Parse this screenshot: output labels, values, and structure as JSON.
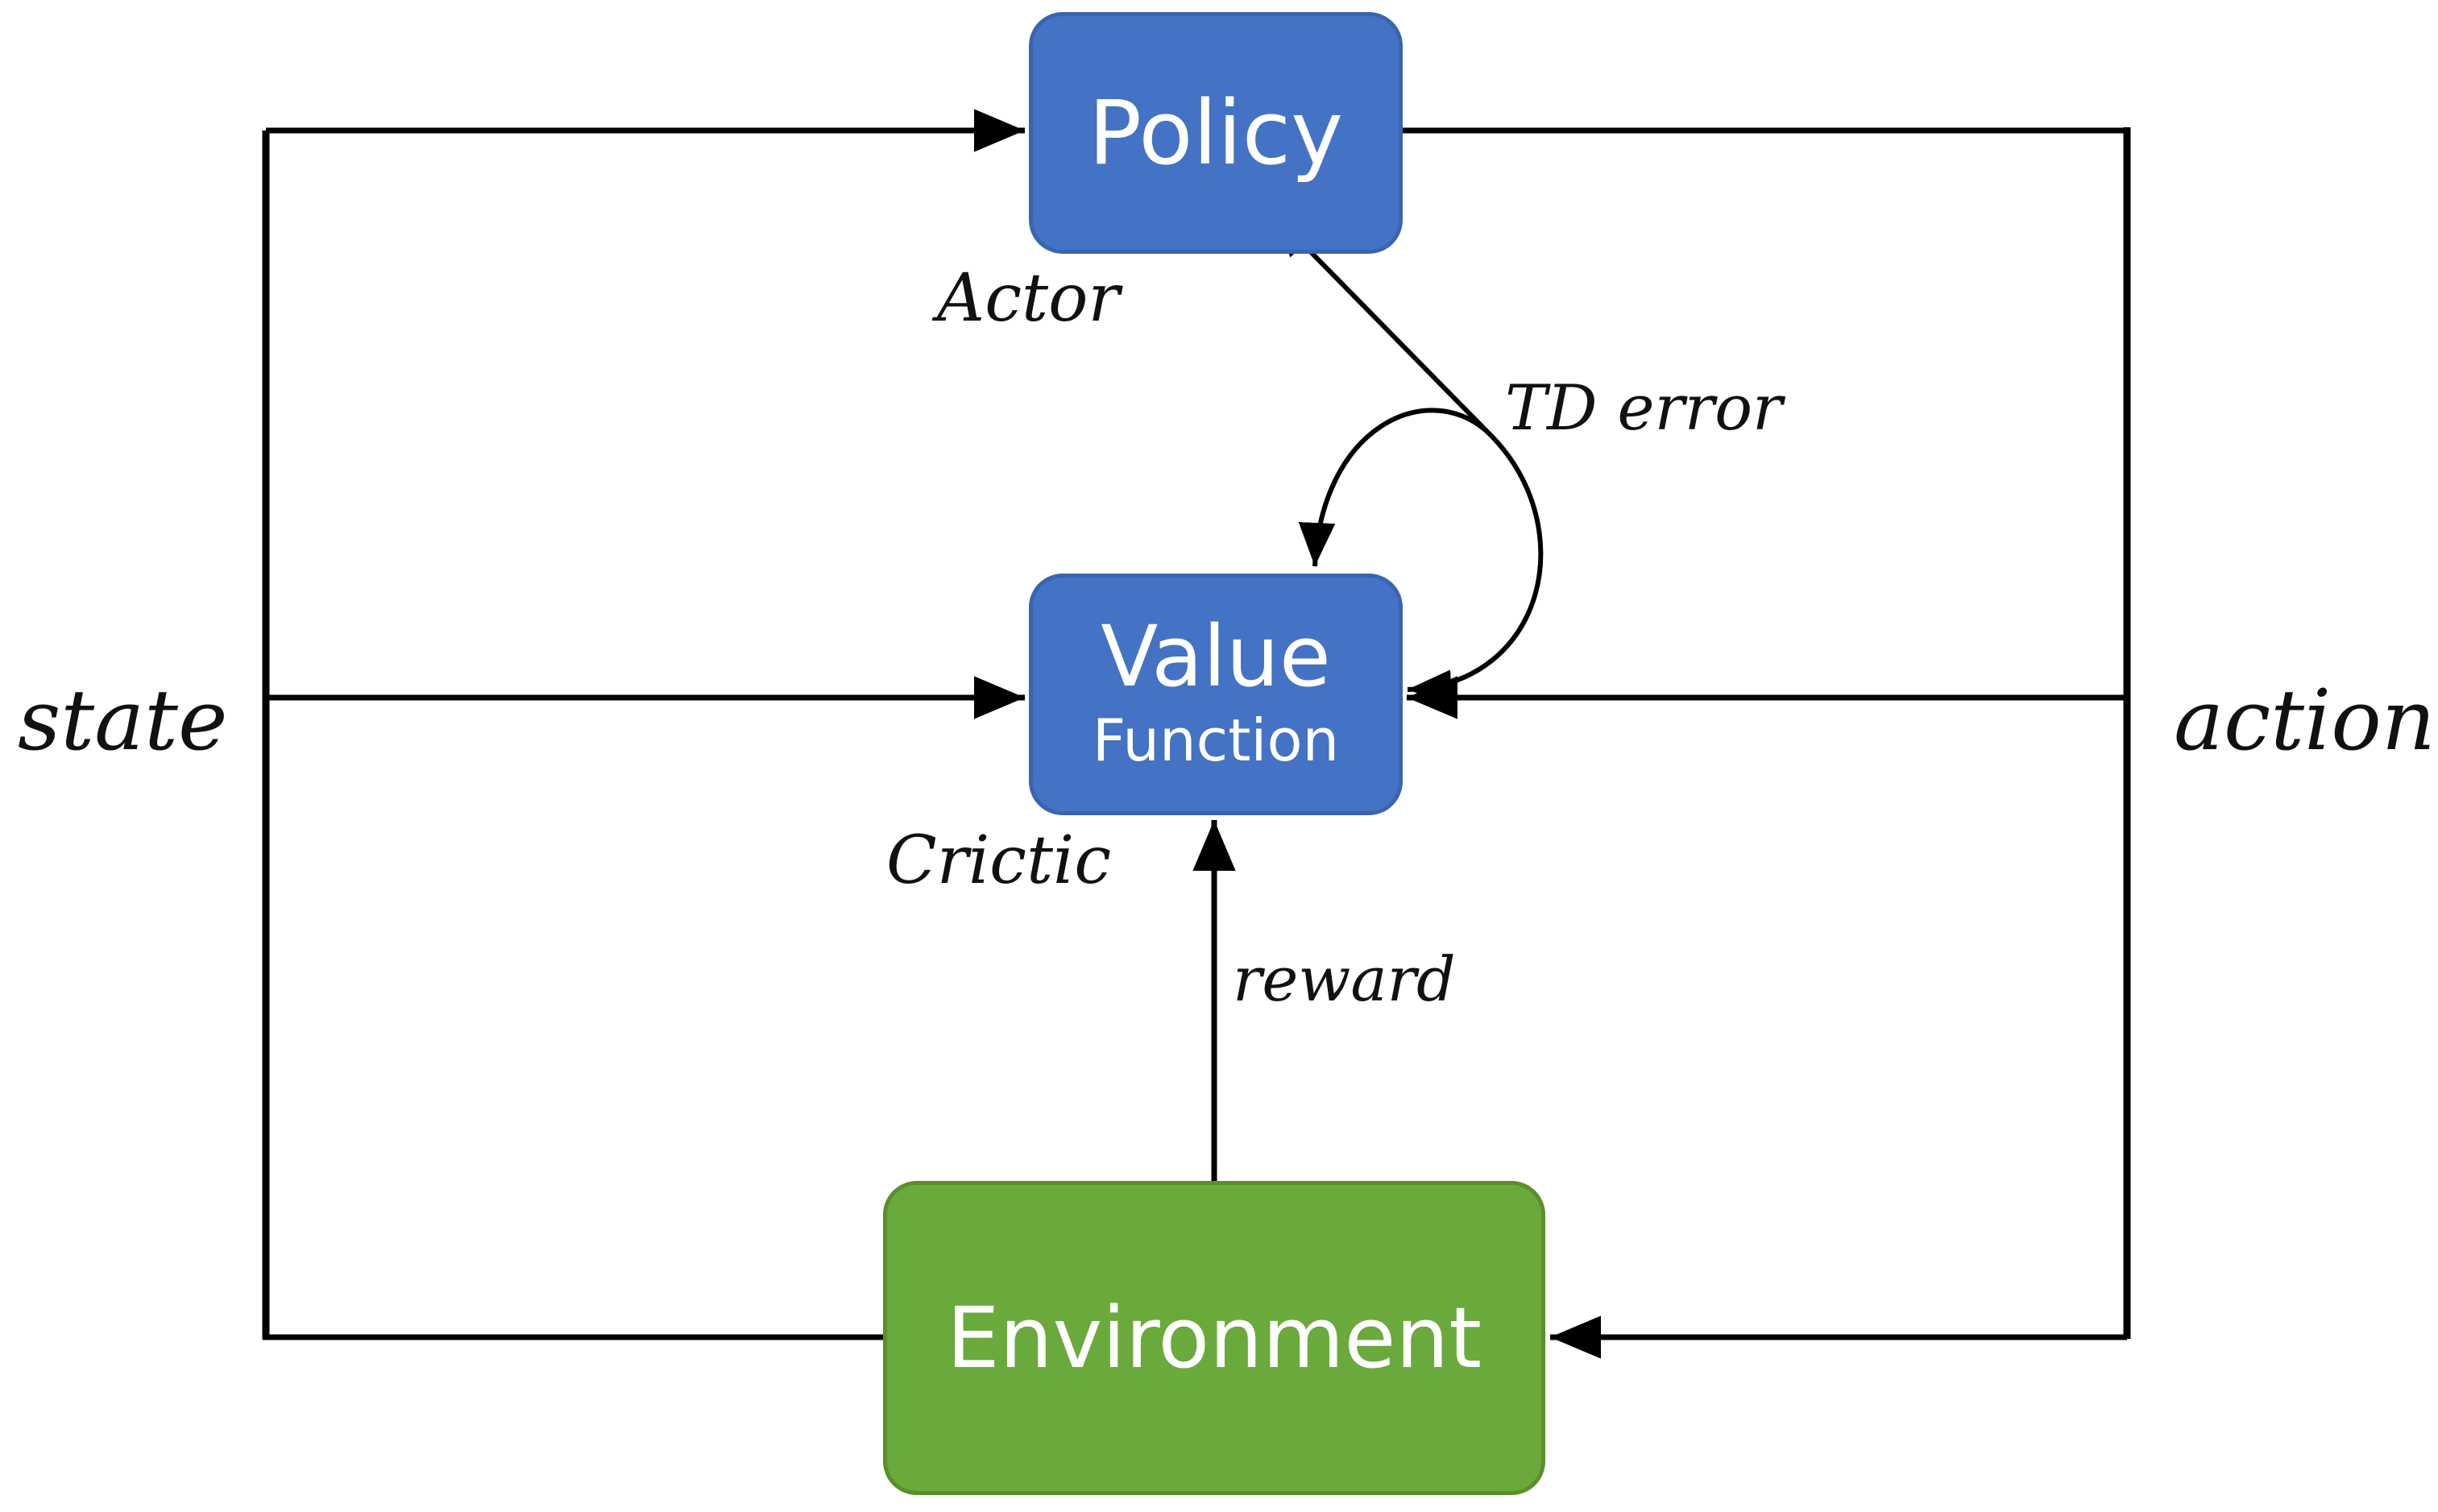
{
  "boxes": {
    "policy": {
      "label": "Policy",
      "color": "#4472c4"
    },
    "value": {
      "label": "Value",
      "sublabel": "Function",
      "color": "#4472c4"
    },
    "environment": {
      "label": "Environment",
      "color": "#6aa93b"
    }
  },
  "labels": {
    "state": "state",
    "action": "action",
    "actor": "Actor",
    "critic": "Crictic",
    "td_error": "TD error",
    "reward": "reward"
  },
  "colors": {
    "line": "#000000",
    "text": "#111111"
  }
}
